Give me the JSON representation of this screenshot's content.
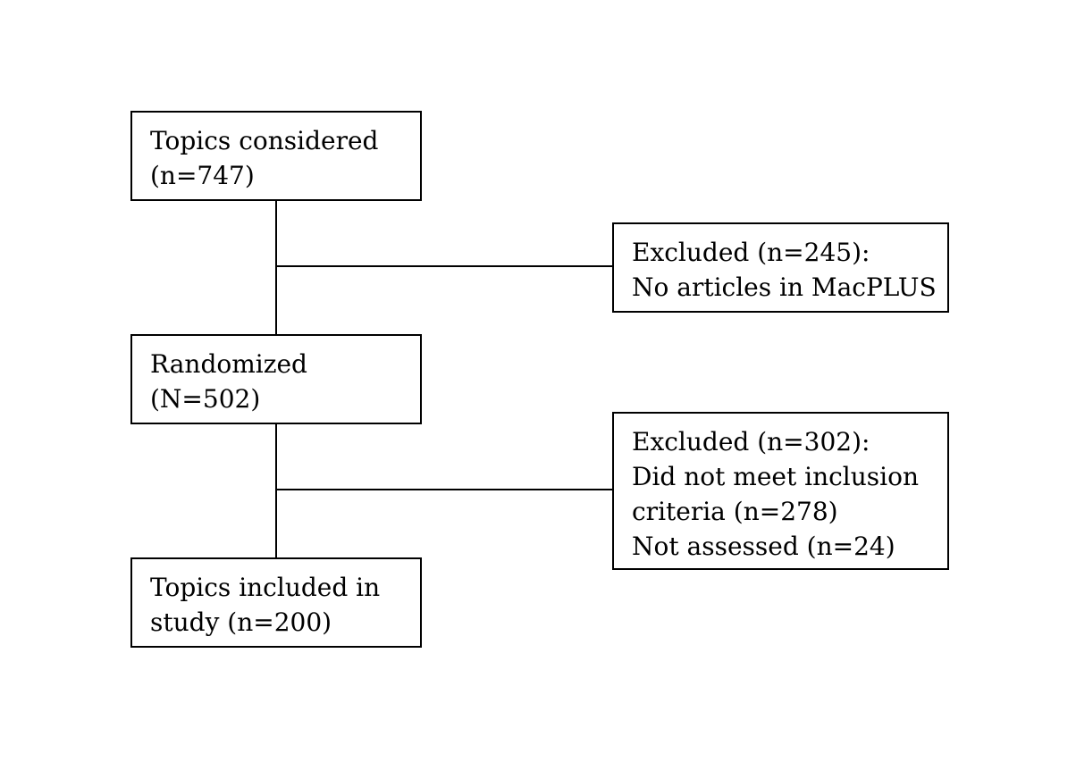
{
  "flowchart": {
    "topics_considered": {
      "lines": [
        "Topics considered",
        "(n=747)"
      ]
    },
    "excluded_1": {
      "lines": [
        "Excluded (n=245):",
        "No articles in MacPLUS"
      ]
    },
    "randomized": {
      "lines": [
        "Randomized",
        "(N=502)"
      ]
    },
    "excluded_2": {
      "lines": [
        "Excluded (n=302):",
        "Did not meet inclusion",
        "criteria (n=278)",
        "Not assessed (n=24)"
      ]
    },
    "included": {
      "lines": [
        "Topics included in",
        "study (n=200)"
      ]
    }
  },
  "colors": {
    "stroke": "#000000",
    "background": "#ffffff"
  }
}
